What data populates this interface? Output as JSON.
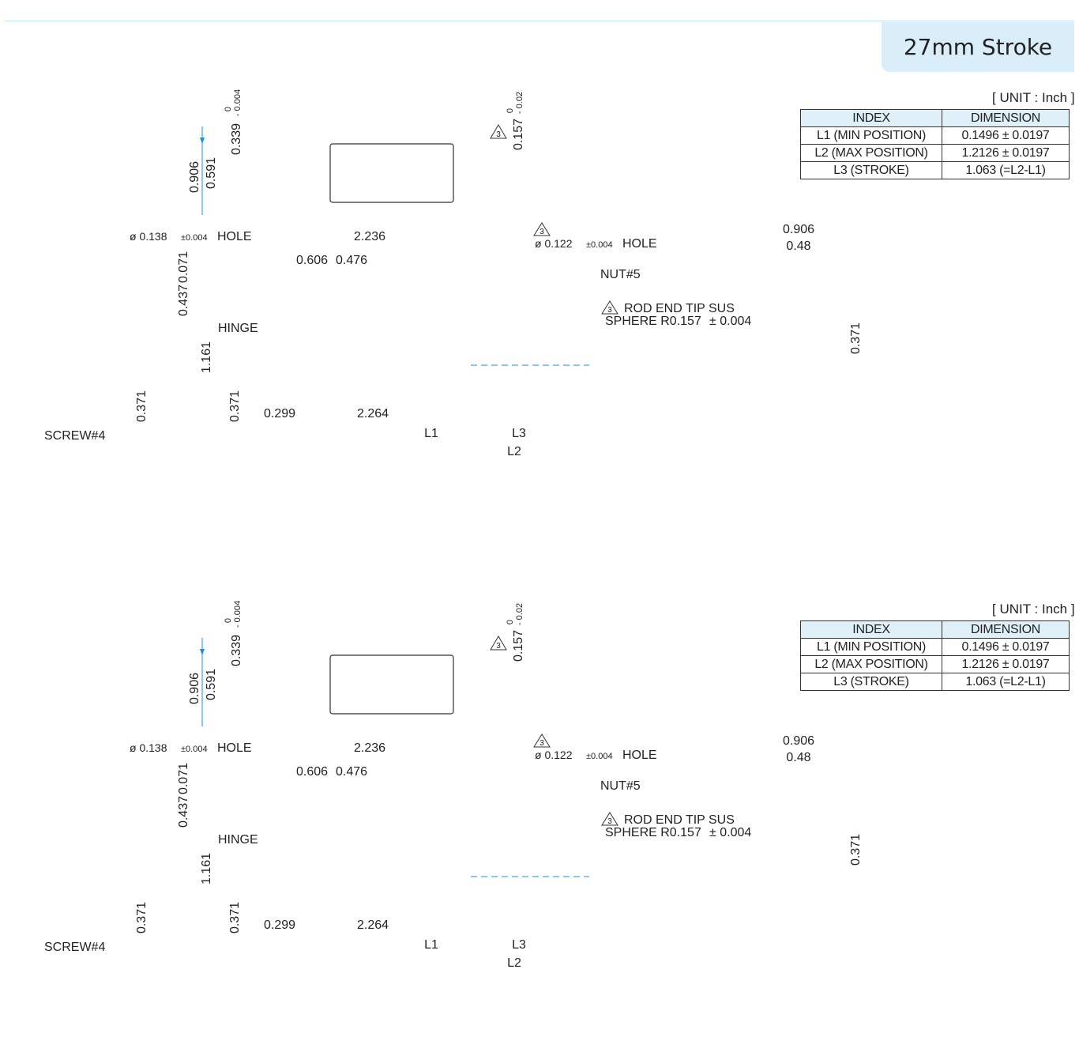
{
  "header": {
    "stroke_title": "27mm Stroke"
  },
  "colors": {
    "dimension_line": "#1e8fd0",
    "header_bg": "#d9eef8",
    "table_header_bg": "#dff0f8",
    "part_line": "#333333"
  },
  "unit_label": "[ UNIT : Inch ]",
  "table": {
    "headers": [
      "INDEX",
      "DIMENSION"
    ],
    "rows": [
      [
        "L1 (MIN POSITION)",
        "0.1496 ± 0.0197"
      ],
      [
        "L2 (MAX POSITION)",
        "1.2126 ± 0.0197"
      ],
      [
        "L3 (STROKE)",
        "1.063 (=L2-L1)"
      ]
    ]
  },
  "dims": {
    "d0906": "0.906",
    "d0591": "0.591",
    "d0339": "0.339",
    "tol_upper_0": "0",
    "tol_lower_0004": "- 0.004",
    "d0157": "0.157",
    "tol_lower_002": "- 0.02",
    "warn_num": "3",
    "hole_dia": "ø  0.138",
    "hole_tol": "±0.004",
    "hole_label": "HOLE",
    "d2236": "2.236",
    "d0606": "0.606",
    "d0476": "0.476",
    "d0071": "0.071",
    "d0437": "0.437",
    "hinge": "HINGE",
    "d1161": "1.161",
    "d0371": "0.371",
    "d0299": "0.299",
    "d2264": "2.264",
    "L1": "L1",
    "L2": "L2",
    "L3": "L3",
    "rod_hole_dia": "ø  0.122",
    "rod_hole_tol": "±0.004",
    "rod_hole_label": "HOLE",
    "nut": "NUT#5",
    "rod_tip_1": "ROD END TIP SUS",
    "rod_tip_2": "SPHERE R0.157",
    "rod_tip_tol": "±  0.004",
    "end_0906": "0.906",
    "end_048": "0.48",
    "end_0371": "0.371",
    "screw": "SCREW#4",
    "side_0371": "0.371"
  }
}
